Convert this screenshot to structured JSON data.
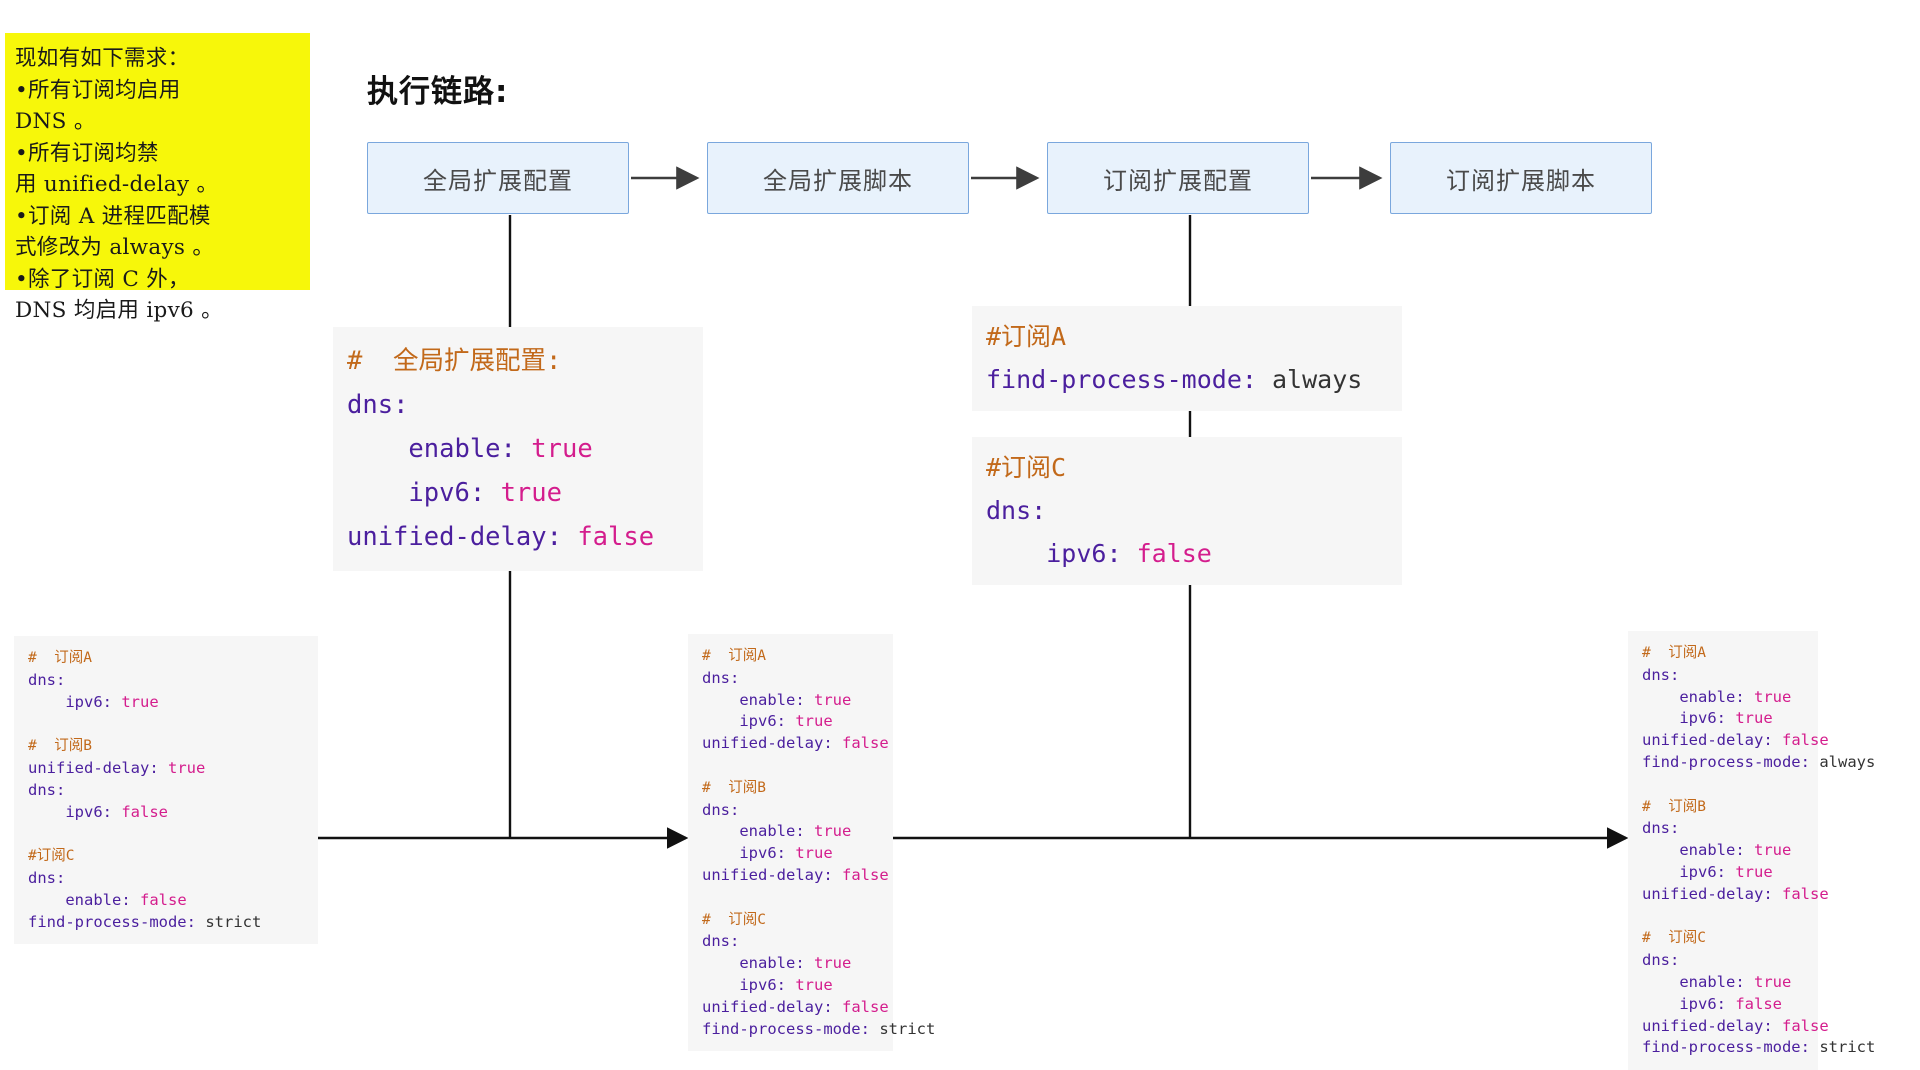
{
  "sticky_note": {
    "text": "现如有如下需求：\n•所有订阅均启用\nDNS 。\n•所有订阅均禁\n用 unified-delay 。\n•订阅 A 进程匹配模\n式修改为 always 。\n•除了订阅 C 外，\nDNS 均启用 ipv6 。",
    "bg_color": "#f7f70a"
  },
  "flow": {
    "title": "执行链路:",
    "box_fill": "#e8f2fc",
    "box_border": "#7aa7dd",
    "boxes": [
      {
        "label": "全局扩展配置"
      },
      {
        "label": "全局扩展脚本"
      },
      {
        "label": "订阅扩展配置"
      },
      {
        "label": "订阅扩展脚本"
      }
    ]
  },
  "code_blocks": {
    "global_config": {
      "lines": [
        {
          "comment": "#  全局扩展配置:"
        },
        {
          "key": "dns",
          "value": null,
          "indent": 0
        },
        {
          "key": "enable",
          "value": "true",
          "kind": "bool",
          "indent": 1
        },
        {
          "key": "ipv6",
          "value": "true",
          "kind": "bool",
          "indent": 1
        },
        {
          "key": "unified-delay",
          "value": "false",
          "kind": "bool",
          "indent": 0
        }
      ]
    },
    "patch_a": {
      "lines": [
        {
          "comment": "#订阅A"
        },
        {
          "key": "find-process-mode",
          "value": "always",
          "kind": "str",
          "indent": 0
        }
      ]
    },
    "patch_c": {
      "lines": [
        {
          "comment": "#订阅C"
        },
        {
          "key": "dns",
          "value": null,
          "indent": 0
        },
        {
          "key": "ipv6",
          "value": "false",
          "kind": "bool",
          "indent": 1
        }
      ]
    },
    "stage1": {
      "groups": [
        {
          "comment": "#  订阅A",
          "lines": [
            {
              "key": "dns",
              "value": null,
              "indent": 0
            },
            {
              "key": "ipv6",
              "value": "true",
              "kind": "bool",
              "indent": 1
            }
          ]
        },
        {
          "comment": "#  订阅B",
          "lines": [
            {
              "key": "unified-delay",
              "value": "true",
              "kind": "bool",
              "indent": 0
            },
            {
              "key": "dns",
              "value": null,
              "indent": 0
            },
            {
              "key": "ipv6",
              "value": "false",
              "kind": "bool",
              "indent": 1
            }
          ]
        },
        {
          "comment": "#订阅C",
          "lines": [
            {
              "key": "dns",
              "value": null,
              "indent": 0
            },
            {
              "key": "enable",
              "value": "false",
              "kind": "bool",
              "indent": 1
            },
            {
              "key": "find-process-mode",
              "value": "strict",
              "kind": "str",
              "indent": 0
            }
          ]
        }
      ]
    },
    "stage2": {
      "groups": [
        {
          "comment": "#  订阅A",
          "lines": [
            {
              "key": "dns",
              "value": null,
              "indent": 0
            },
            {
              "key": "enable",
              "value": "true",
              "kind": "bool",
              "indent": 1
            },
            {
              "key": "ipv6",
              "value": "true",
              "kind": "bool",
              "indent": 1
            },
            {
              "key": "unified-delay",
              "value": "false",
              "kind": "bool",
              "indent": 0
            }
          ]
        },
        {
          "comment": "#  订阅B",
          "lines": [
            {
              "key": "dns",
              "value": null,
              "indent": 0
            },
            {
              "key": "enable",
              "value": "true",
              "kind": "bool",
              "indent": 1
            },
            {
              "key": "ipv6",
              "value": "true",
              "kind": "bool",
              "indent": 1
            },
            {
              "key": "unified-delay",
              "value": "false",
              "kind": "bool",
              "indent": 0
            }
          ]
        },
        {
          "comment": "#  订阅C",
          "lines": [
            {
              "key": "dns",
              "value": null,
              "indent": 0
            },
            {
              "key": "enable",
              "value": "true",
              "kind": "bool",
              "indent": 1
            },
            {
              "key": "ipv6",
              "value": "true",
              "kind": "bool",
              "indent": 1
            },
            {
              "key": "unified-delay",
              "value": "false",
              "kind": "bool",
              "indent": 0
            },
            {
              "key": "find-process-mode",
              "value": "strict",
              "kind": "str",
              "indent": 0
            }
          ]
        }
      ]
    },
    "stage3": {
      "groups": [
        {
          "comment": "#  订阅A",
          "lines": [
            {
              "key": "dns",
              "value": null,
              "indent": 0
            },
            {
              "key": "enable",
              "value": "true",
              "kind": "bool",
              "indent": 1
            },
            {
              "key": "ipv6",
              "value": "true",
              "kind": "bool",
              "indent": 1
            },
            {
              "key": "unified-delay",
              "value": "false",
              "kind": "bool",
              "indent": 0
            },
            {
              "key": "find-process-mode",
              "value": "always",
              "kind": "str",
              "indent": 0
            }
          ]
        },
        {
          "comment": "#  订阅B",
          "lines": [
            {
              "key": "dns",
              "value": null,
              "indent": 0
            },
            {
              "key": "enable",
              "value": "true",
              "kind": "bool",
              "indent": 1
            },
            {
              "key": "ipv6",
              "value": "true",
              "kind": "bool",
              "indent": 1
            },
            {
              "key": "unified-delay",
              "value": "false",
              "kind": "bool",
              "indent": 0
            }
          ]
        },
        {
          "comment": "#  订阅C",
          "lines": [
            {
              "key": "dns",
              "value": null,
              "indent": 0
            },
            {
              "key": "enable",
              "value": "true",
              "kind": "bool",
              "indent": 1
            },
            {
              "key": "ipv6",
              "value": "false",
              "kind": "bool",
              "indent": 1
            },
            {
              "key": "unified-delay",
              "value": "false",
              "kind": "bool",
              "indent": 0
            },
            {
              "key": "find-process-mode",
              "value": "strict",
              "kind": "str",
              "indent": 0
            }
          ]
        }
      ]
    }
  },
  "colors": {
    "comment": "#c2691a",
    "key": "#4b1f9e",
    "bool": "#d41d8d",
    "string": "#333333",
    "code_bg": "#f6f6f6",
    "connector": "#111111"
  }
}
